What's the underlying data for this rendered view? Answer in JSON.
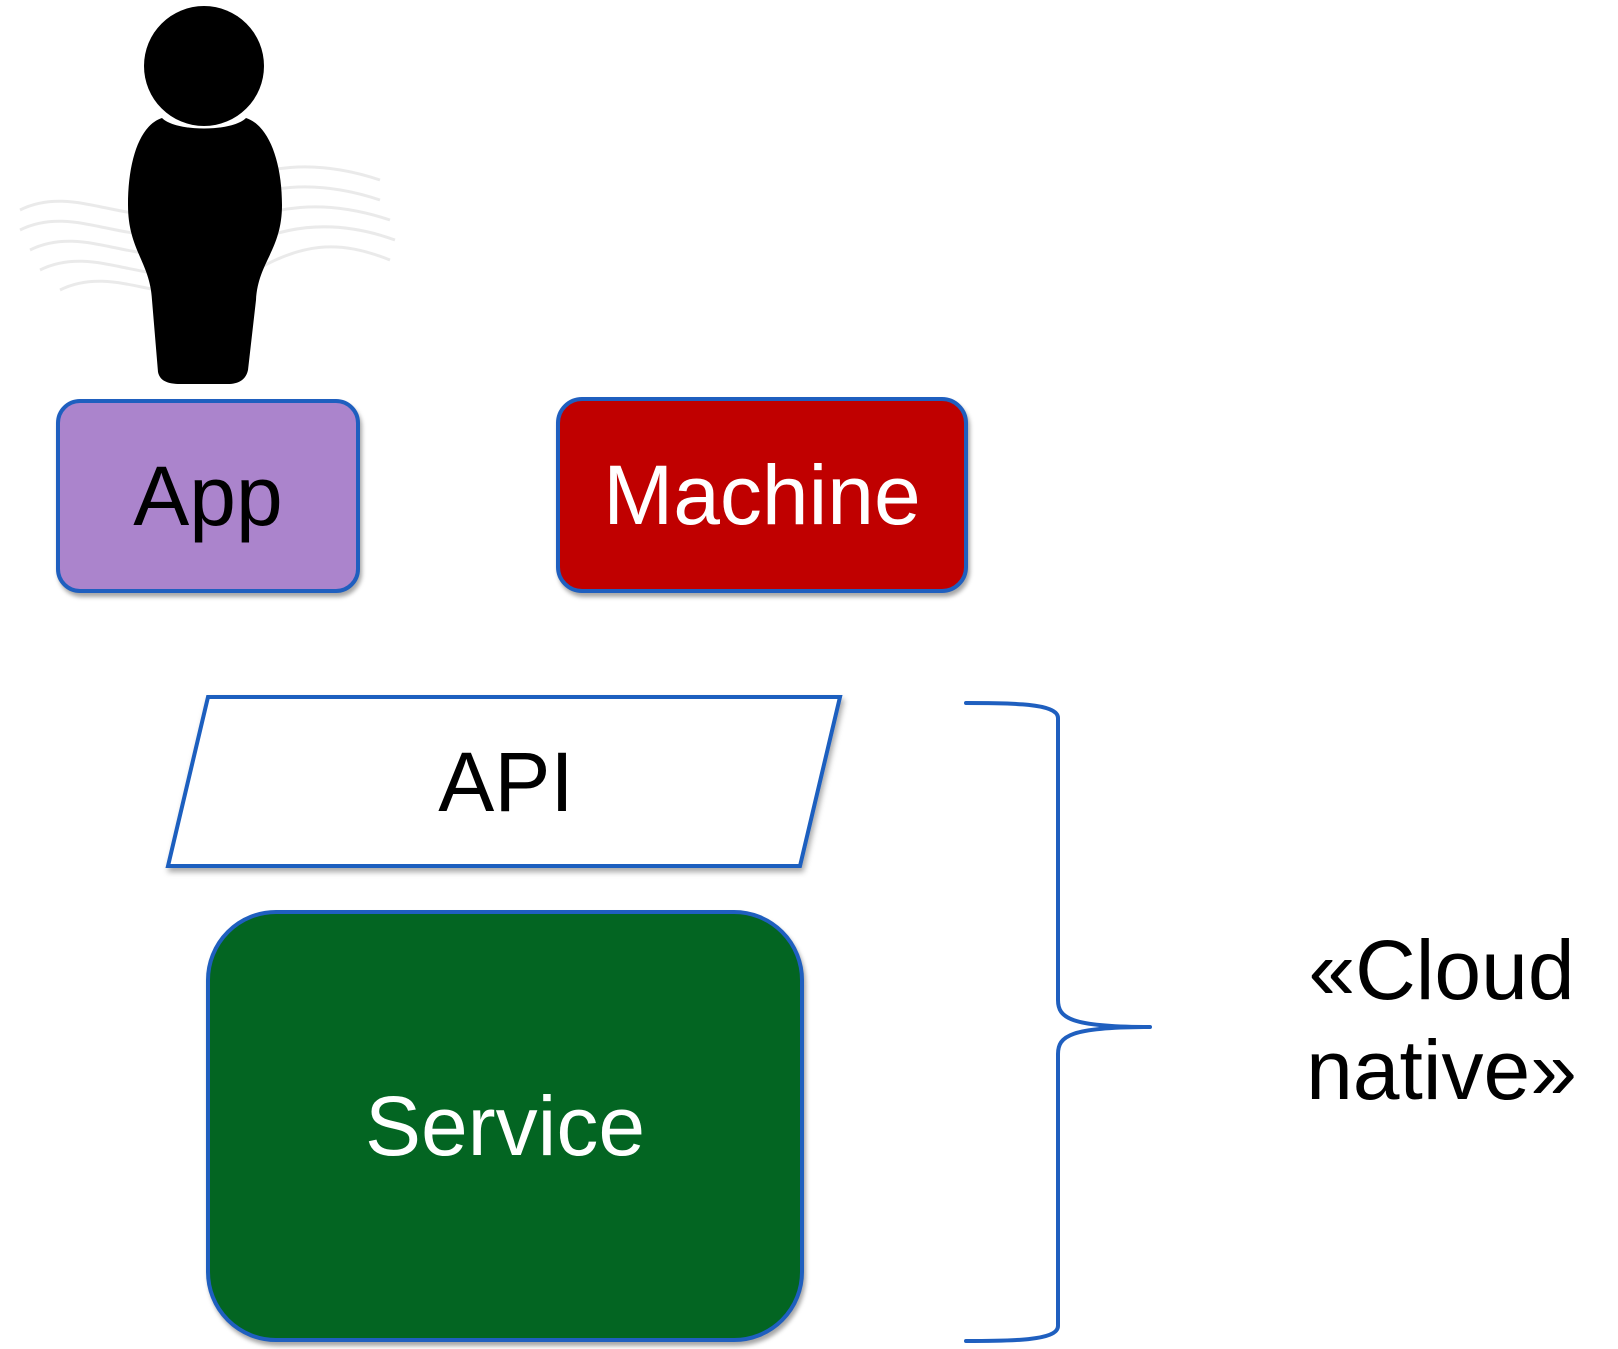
{
  "diagram": {
    "actor": {
      "icon": "person-icon",
      "color": "#000000"
    },
    "nodes": {
      "app": {
        "label": "App",
        "fill": "#ab84cc",
        "text_color": "#000000"
      },
      "machine": {
        "label": "Machine",
        "fill": "#c00000",
        "text_color": "#ffffff"
      },
      "api": {
        "label": "API",
        "fill": "#ffffff",
        "text_color": "#000000"
      },
      "service": {
        "label": "Service",
        "fill": "#036522",
        "text_color": "#ffffff"
      }
    },
    "brace": {
      "icon": "right-curly-brace",
      "color": "#1f5fbf"
    },
    "group_label": {
      "line1": "«Cloud",
      "line2": "native»"
    }
  }
}
